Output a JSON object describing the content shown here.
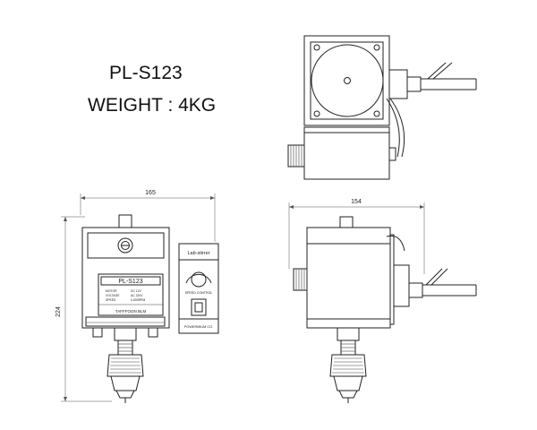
{
  "header": {
    "model": "PL-S123",
    "weight": "WEIGHT : 4KG"
  },
  "dimensions": {
    "front_width": "165",
    "front_height": "224",
    "side_width": "154"
  },
  "nameplate": {
    "model": "PL-S123",
    "rows_left": [
      "MOTOR",
      "VOLTAGE",
      "SPEED"
    ],
    "rows_right": [
      "DC 12V",
      "AC 220V",
      "0-500RPM"
    ],
    "brand": "TAFFFOON BLM"
  },
  "control_box": {
    "title": "Lab-stirrer",
    "knob_label": "SPEED CONTROL",
    "footer": "POWERMIUM CO."
  }
}
